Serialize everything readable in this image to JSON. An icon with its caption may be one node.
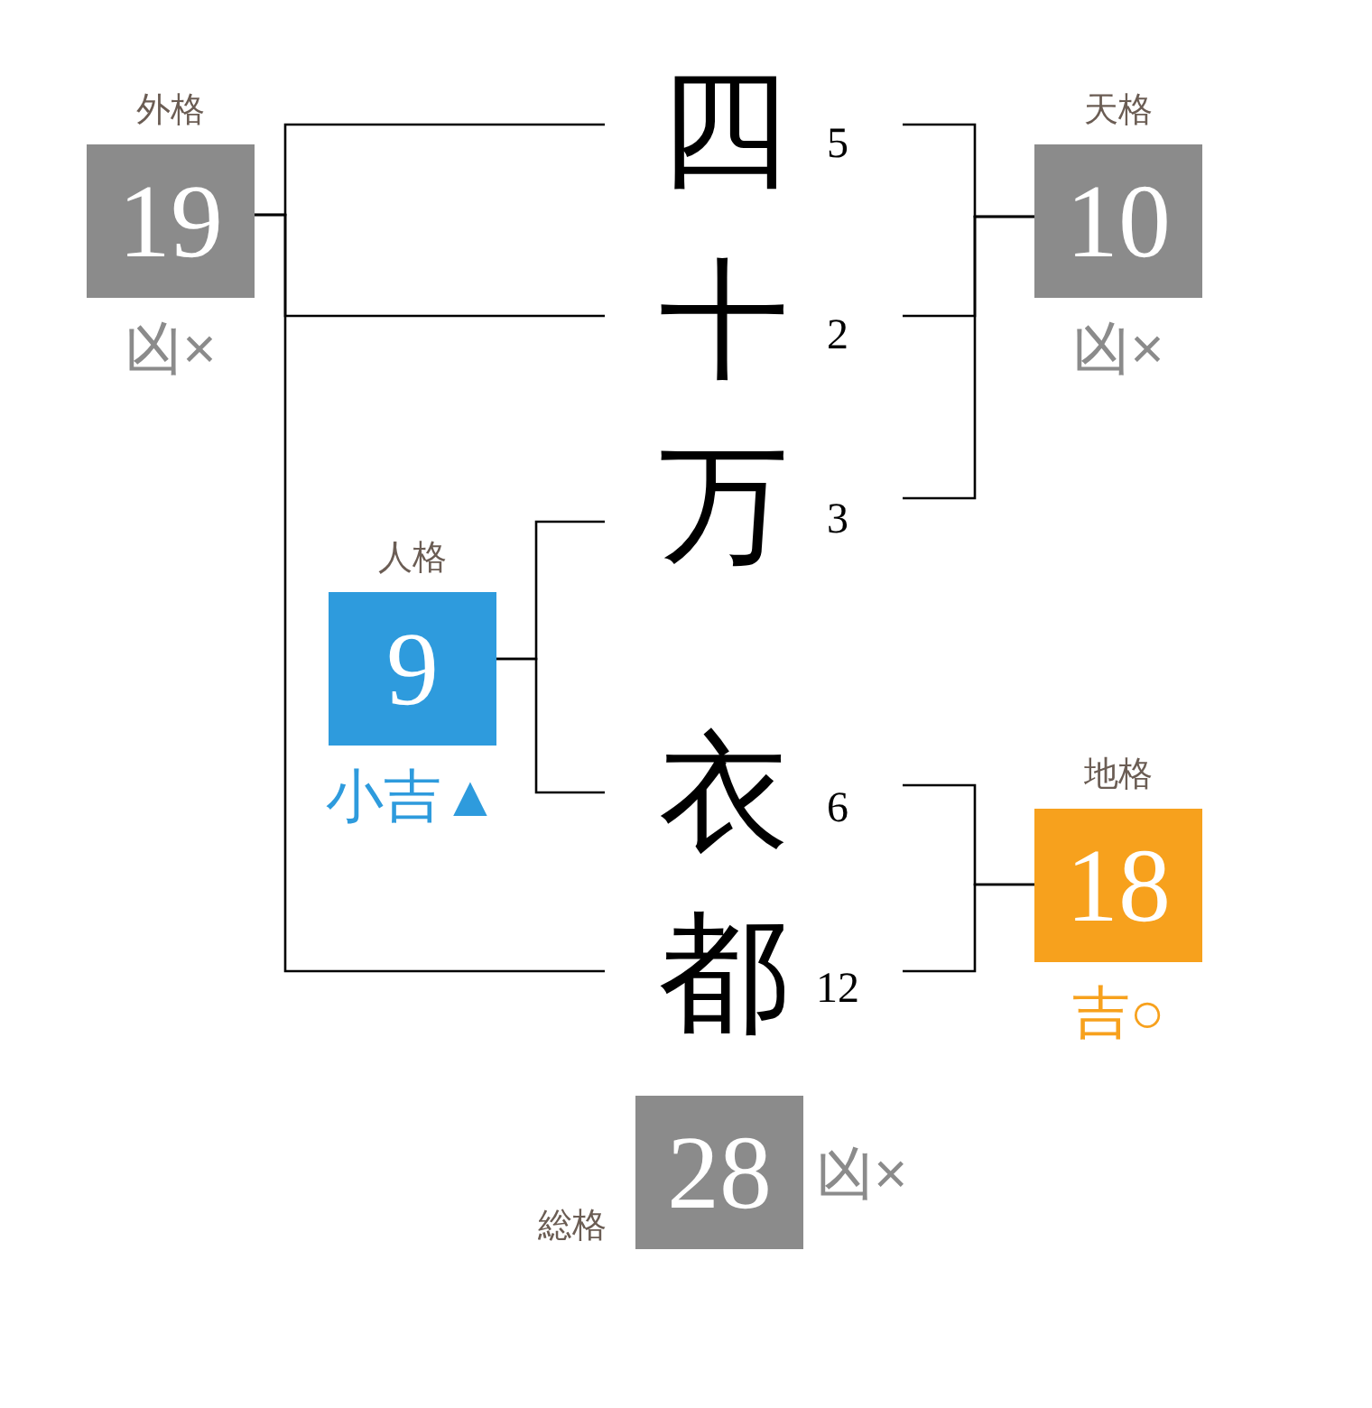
{
  "diagram": {
    "nodes": [
      {
        "text": [
          "四"
        ],
        "beside": [
          "5"
        ]
      },
      {
        "text": [
          "十"
        ],
        "beside": [
          "2"
        ]
      },
      {
        "text": [
          "万"
        ],
        "beside": [
          "3"
        ]
      },
      {
        "text": [
          "衣"
        ],
        "beside": [
          "6"
        ]
      },
      {
        "text": [
          "都"
        ],
        "beside": [
          "12"
        ]
      },
      {
        "text": [
          "外格",
          "19"
        ],
        "beside": [
          "凶×"
        ]
      },
      {
        "text": [
          "天格",
          "10"
        ],
        "beside": [
          "凶×"
        ]
      },
      {
        "text": [
          "人格",
          "9"
        ],
        "beside": [
          "小吉▲"
        ]
      },
      {
        "text": [
          "地格",
          "18"
        ],
        "beside": [
          "吉○"
        ]
      },
      {
        "text": [
          "総格",
          "28"
        ],
        "beside": [
          "凶×"
        ]
      }
    ],
    "edges": [
      {
        "from": 0,
        "to": 5,
        "arrow": "none"
      },
      {
        "from": 1,
        "to": 5,
        "arrow": "none"
      },
      {
        "from": 4,
        "to": 5,
        "arrow": "none"
      },
      {
        "from": 0,
        "to": 6,
        "arrow": "none"
      },
      {
        "from": 1,
        "to": 6,
        "arrow": "none"
      },
      {
        "from": 2,
        "to": 6,
        "arrow": "none"
      },
      {
        "from": 2,
        "to": 7,
        "arrow": "none"
      },
      {
        "from": 3,
        "to": 7,
        "arrow": "none"
      },
      {
        "from": 3,
        "to": 8,
        "arrow": "none"
      },
      {
        "from": 4,
        "to": 8,
        "arrow": "none"
      }
    ]
  }
}
